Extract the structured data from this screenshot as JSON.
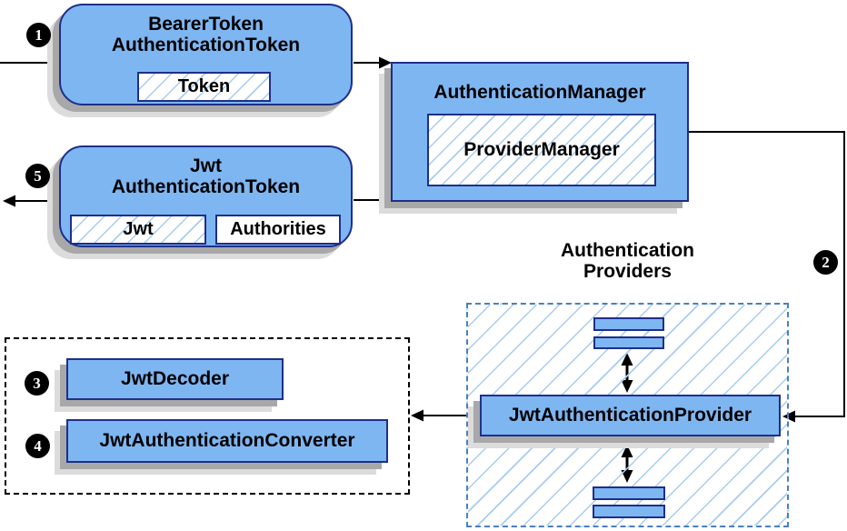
{
  "diagram": {
    "nodes": {
      "bearer_token": {
        "title_line1": "BearerToken",
        "title_line2": "AuthenticationToken",
        "token_chip": "Token"
      },
      "authentication_manager": {
        "title": "AuthenticationManager",
        "inner_chip": "ProviderManager"
      },
      "jwt_authentication_token": {
        "title_line1": "Jwt",
        "title_line2": "AuthenticationToken",
        "jwt_chip": "Jwt",
        "authorities_chip": "Authorities"
      },
      "jwt_decoder": {
        "label": "JwtDecoder"
      },
      "jwt_authentication_converter": {
        "label": "JwtAuthenticationConverter"
      },
      "jwt_authentication_provider": {
        "label": "JwtAuthenticationProvider"
      }
    },
    "groups": {
      "authentication_providers": {
        "title_line1": "Authentication",
        "title_line2": "Providers"
      }
    },
    "badges": {
      "step1": "1",
      "step2": "2",
      "step3": "3",
      "step4": "4",
      "step5": "5"
    },
    "colors": {
      "node_fill": "#7EB6F2",
      "node_border": "#1E2F8A",
      "hatch_line": "#A8CCF0",
      "providers_dashed_border": "#4A7FC1",
      "black_dashed_border": "#000000",
      "shadow_dark": "#A8A8A8",
      "shadow_light": "#DCDCDC",
      "connector": "#000000",
      "badge_background": "#000000",
      "badge_text": "#FFFFFF",
      "text": "#000000",
      "background": "#FFFFFF"
    }
  }
}
